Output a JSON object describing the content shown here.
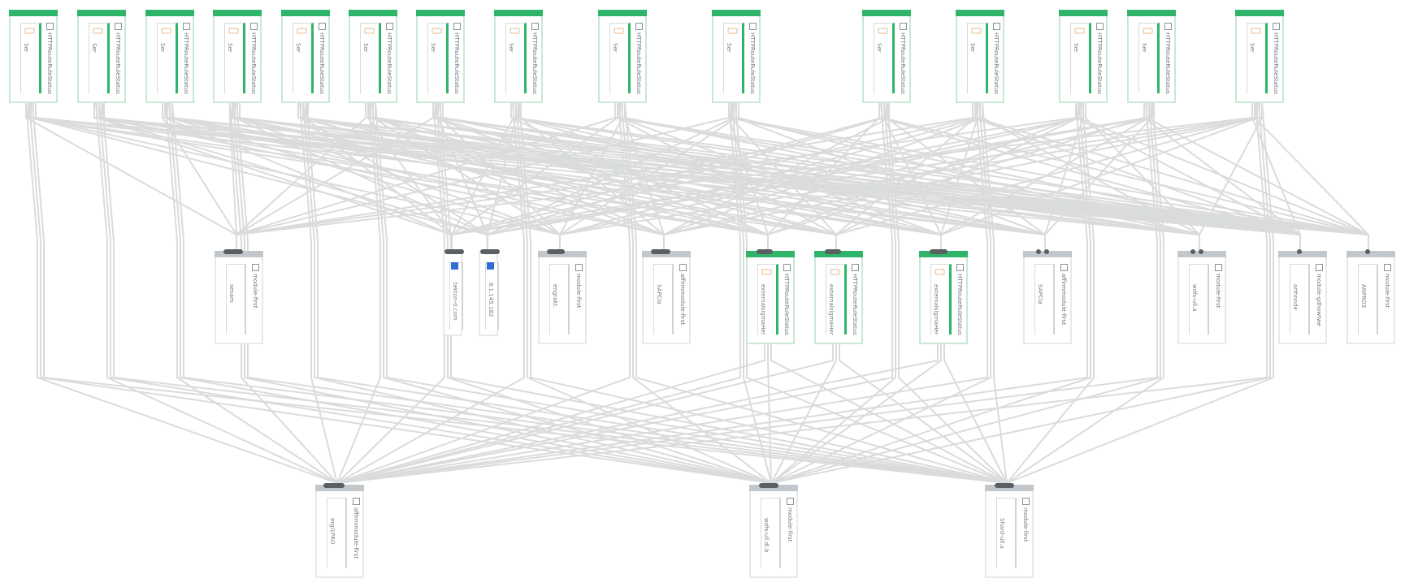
{
  "colors": {
    "active_bar": "#2fb56a",
    "inactive_bar": "#c2c7cb",
    "edge": "#d9dcdb",
    "port": "#5b5f62"
  },
  "top_nodes": [
    {
      "label": "Ser",
      "kind": "HTTPRouteRuleStatus"
    },
    {
      "label": "Ser",
      "kind": "HTTPRouteRuleStatus"
    },
    {
      "label": "Ser",
      "kind": "HTTPRouteRuleStatus"
    },
    {
      "label": "Ser",
      "kind": "HTTPRouteRuleStatus"
    },
    {
      "label": "Ser",
      "kind": "HTTPRouteRuleStatus"
    },
    {
      "label": "Ser",
      "kind": "HTTPRouteRuleStatus"
    },
    {
      "label": "Ser",
      "kind": "HTTPRouteRuleStatus"
    },
    {
      "label": "Ser",
      "kind": "HTTPRouteRuleStatus"
    },
    {
      "label": "Ser",
      "kind": "HTTPRouteRuleStatus"
    },
    {
      "label": "Ser",
      "kind": "HTTPRouteRuleStatus"
    },
    {
      "label": "Ser",
      "kind": "HTTPRouteRuleStatus"
    },
    {
      "label": "Ser",
      "kind": "HTTPRouteRuleStatus"
    },
    {
      "label": "Ser",
      "kind": "HTTPRouteRuleStatus"
    },
    {
      "label": "Ser",
      "kind": "HTTPRouteRuleStatus"
    },
    {
      "label": "Ser",
      "kind": "HTTPRouteRuleStatus"
    }
  ],
  "middle_nodes": [
    {
      "label": "sesam",
      "kind": "module-first",
      "state": "inactive"
    },
    {
      "label": "tekton-0.com",
      "kind": "",
      "state": "inactive"
    },
    {
      "label": "8.1.145.182",
      "kind": "",
      "state": "inactive"
    },
    {
      "label": "engrakt.",
      "kind": "module-first",
      "state": "inactive"
    },
    {
      "label": "SAPCIa",
      "kind": "affirmmodule-first",
      "state": "inactive"
    },
    {
      "label": "externalsigmaHer",
      "kind": "HTTPRouteRuleStatus",
      "state": "active"
    },
    {
      "label": "externalsigmaHer",
      "kind": "HTTPRouteRuleStatus",
      "state": "active"
    },
    {
      "label": "externalsigmaHer",
      "kind": "HTTPRouteRuleStatus",
      "state": "active"
    },
    {
      "label": "SAPCIa",
      "kind": "affirmmodule-first",
      "state": "inactive"
    },
    {
      "label": "wdfs-ull.a",
      "kind": "module-first",
      "state": "inactive"
    },
    {
      "label": "arthnode",
      "kind": "module-gdhowtwe",
      "state": "inactive"
    },
    {
      "label": "ANPRO3",
      "kind": "module-first",
      "state": "inactive"
    }
  ],
  "bottom_nodes": [
    {
      "label": "ergi1PRO",
      "kind": "affirmmodule-first"
    },
    {
      "label": "wdfs-ull.dl.b",
      "kind": "module-first"
    },
    {
      "label": "Shard-ull.a",
      "kind": "module-first"
    }
  ]
}
